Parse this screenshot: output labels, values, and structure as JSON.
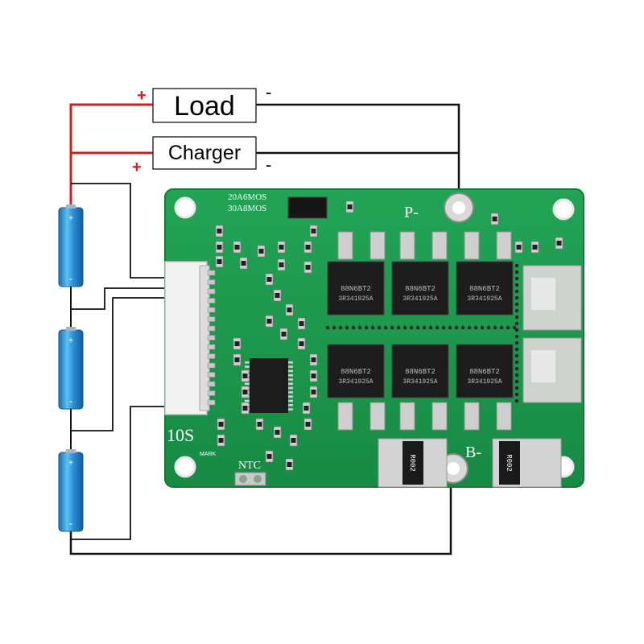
{
  "labels": {
    "load": "Load",
    "charger": "Charger",
    "plus_sign": "+",
    "minus_sign": "-"
  },
  "board": {
    "mos_line1": "20A6MOS",
    "mos_line2": "30A8MOS",
    "p_minus": "P-",
    "b_minus": "B-",
    "series_count": "10S",
    "ntc": "NTC",
    "mark": "MARK",
    "mosfet_row1": [
      "88N6BT2 3R341925A",
      "88N6BT2 3R341925A",
      "88N6BT2 3R341925A"
    ],
    "mosfet_row2": [
      "88N6BT2 3R341925A",
      "88N6BT2 3R341925A",
      "88N6BT2 3R341925A"
    ],
    "shunt_left": "R002",
    "shunt_right": "R002"
  },
  "batteries": {
    "count": 3,
    "plus_sign": "+",
    "minus_sign": "-"
  },
  "colors": {
    "positive_wire": "#cc1f1f",
    "negative_wire": "#111111",
    "pcb_green": "#1f9a4d",
    "battery_blue": "#2a8fd6"
  }
}
